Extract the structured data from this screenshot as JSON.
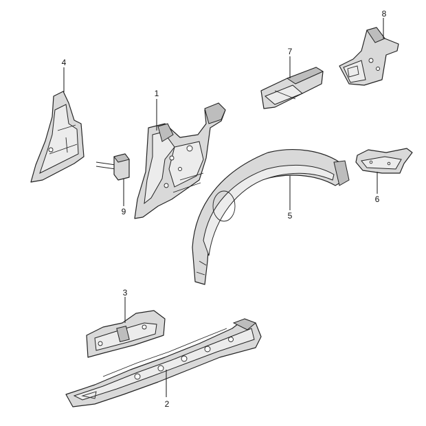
{
  "callouts": [
    {
      "key": "p1",
      "label": "1"
    },
    {
      "key": "p2",
      "label": "2"
    },
    {
      "key": "p3",
      "label": "3"
    },
    {
      "key": "p4",
      "label": "4"
    },
    {
      "key": "p5",
      "label": "5"
    },
    {
      "key": "p6",
      "label": "6"
    },
    {
      "key": "p7",
      "label": "7"
    },
    {
      "key": "p8",
      "label": "8"
    },
    {
      "key": "p9",
      "label": "9"
    }
  ]
}
